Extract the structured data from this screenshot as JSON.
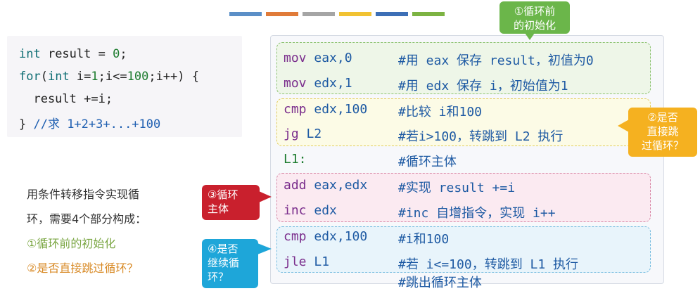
{
  "top_strip_colors": [
    "#5b8fc7",
    "#e07b39",
    "#a5a5a5",
    "#f1c232",
    "#3d6fb6",
    "#7cb342"
  ],
  "c_code": {
    "line1_kw": "int",
    "line1_rest": " result = ",
    "line1_num": "0",
    "line1_end": ";",
    "line2_kw1": "for",
    "line2_a": "(",
    "line2_kw2": "int",
    "line2_b": " i=",
    "line2_num1": "1",
    "line2_c": ";i<=",
    "line2_num2": "100",
    "line2_d": ";i++) {",
    "line3": "  result +=i;",
    "line4_a": "} ",
    "line4_cmt": "//求 1+2+3+...+100"
  },
  "explanation": {
    "line1": "用条件转移指令实现循",
    "line2": "环，需要4个部分构成：",
    "line3": "①循环前的初始化",
    "line4": "②是否直接跳过循环？"
  },
  "asm": {
    "r1_op": "mov",
    "r1_arg": " eax,0",
    "r1_cmt": "#用 eax 保存 result，初值为0",
    "r2_op": "mov",
    "r2_arg": " edx,1",
    "r2_cmt": "#用 edx 保存 i，初始值为1",
    "r3_op": "cmp",
    "r3_arg": " edx,100",
    "r3_cmt": "#比较 i和100",
    "r4_op": "jg",
    "r4_arg": " L2",
    "r4_cmt": "#若i>100，转跳到 L2 执行",
    "r5_label": "L1:",
    "r5_cmt": "#循环主体",
    "r6_op": "add",
    "r6_arg": " eax,edx",
    "r6_cmt": "#实现 result +=i",
    "r7_op": "inc",
    "r7_arg": " edx",
    "r7_cmt": "#inc 自增指令，实现 i++",
    "r8_op": "cmp",
    "r8_arg": " edx,100",
    "r8_cmt": "#i和100",
    "r9_op": "jle",
    "r9_arg": " L1",
    "r9_cmt": "#若 i<=100，转跳到 L1 执行",
    "r10_cmt": "#跳出循环主体"
  },
  "callouts": {
    "c1": "①循环前\n的初始化",
    "c2": "②是否\n直接跳\n过循环？",
    "c3": "③循环\n主体",
    "c4": "④是否\n继续循\n环？"
  }
}
